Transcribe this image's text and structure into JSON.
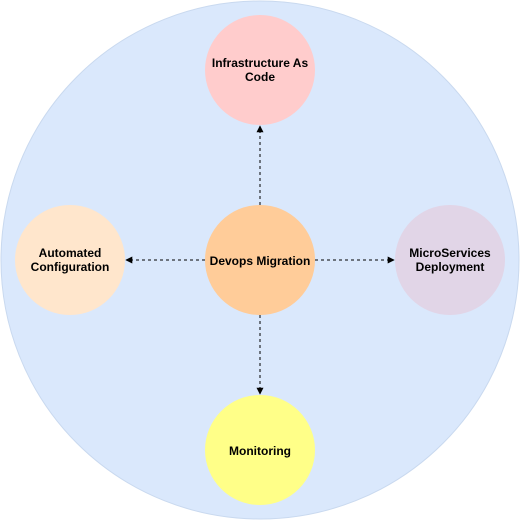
{
  "diagram": {
    "background_circle": {
      "fill": "#dae8fc",
      "stroke": "#c9d9ef"
    },
    "center": {
      "lines": [
        "Devops Migration"
      ],
      "fill": "#ffcc99"
    },
    "top": {
      "lines": [
        "Infrastructure As",
        "Code"
      ],
      "fill": "#ffcccc"
    },
    "left": {
      "lines": [
        "Automated",
        "Configuration"
      ],
      "fill": "#ffe6cc"
    },
    "right": {
      "lines": [
        "MicroServices",
        "Deployment"
      ],
      "fill": "#e1d5e7"
    },
    "bottom": {
      "lines": [
        "Monitoring"
      ],
      "fill": "#ffff88"
    },
    "connector_color": "#000000"
  }
}
